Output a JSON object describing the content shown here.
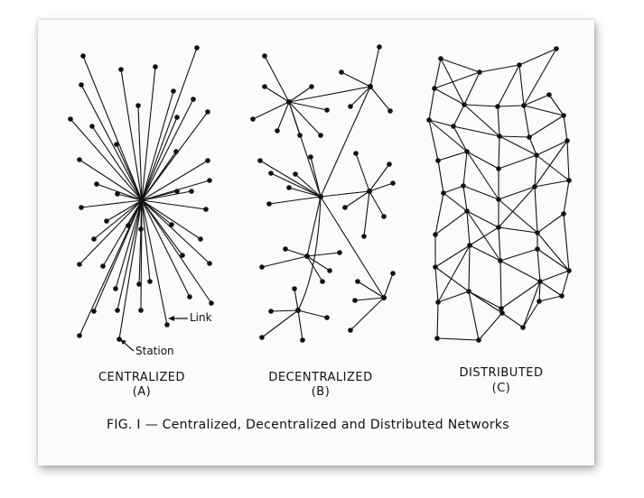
{
  "diagrams": [
    {
      "title": "CENTRALIZED",
      "letter": "(A)"
    },
    {
      "title": "DECENTRALIZED",
      "letter": "(B)"
    },
    {
      "title": "DISTRIBUTED",
      "letter": "(C)"
    }
  ],
  "annotations": {
    "link": "Link",
    "station": "Station"
  },
  "caption": "FIG. I — Centralized, Decentralized and Distributed Networks",
  "colors": {
    "ink": "#111111",
    "paper": "#fbfbf9"
  }
}
